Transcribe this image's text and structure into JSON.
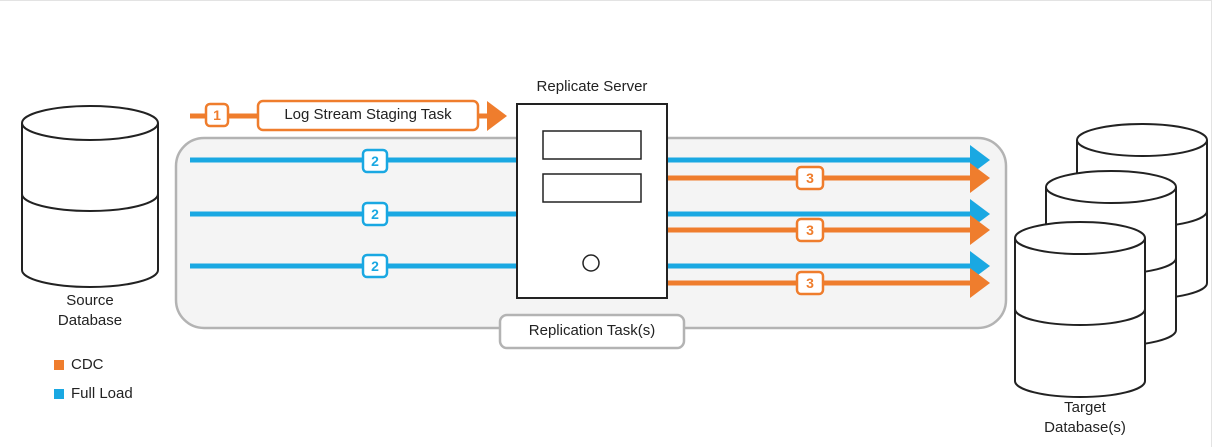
{
  "source": {
    "label_line1": "Source",
    "label_line2": "Database"
  },
  "target": {
    "label_line1": "Target",
    "label_line2": "Database(s)"
  },
  "server": {
    "title": "Replicate Server"
  },
  "log_stream": {
    "badge": "1",
    "label": "Log Stream Staging Task"
  },
  "replication": {
    "label": "Replication Task(s)",
    "full_load_badges": [
      "2",
      "2",
      "2"
    ],
    "cdc_badges": [
      "3",
      "3",
      "3"
    ]
  },
  "legend": {
    "items": [
      {
        "label": "CDC",
        "color": "#ef7d2d"
      },
      {
        "label": "Full Load",
        "color": "#1aa8e2"
      }
    ]
  },
  "colors": {
    "cdc": "#ef7d2d",
    "full_load": "#1aa8e2",
    "outline": "#222222",
    "container_fill": "#f4f4f4",
    "container_stroke": "#b3b3b3"
  }
}
